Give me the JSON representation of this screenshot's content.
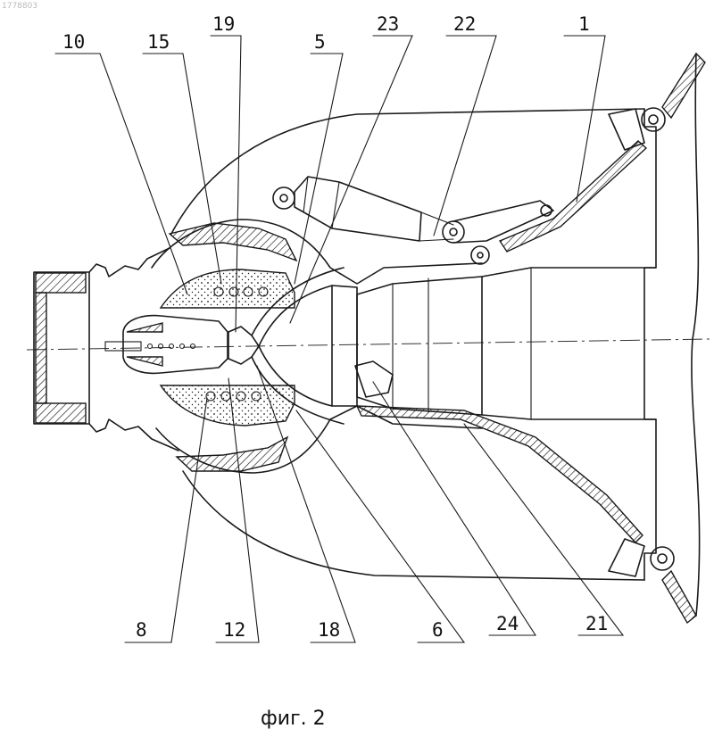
{
  "figure": {
    "watermark": "1778803",
    "caption": "фиг. 2",
    "labels": {
      "l1": "1",
      "l5": "5",
      "l6": "6",
      "l8": "8",
      "l10": "10",
      "l12": "12",
      "l15": "15",
      "l18": "18",
      "l19": "19",
      "l21": "21",
      "l22": "22",
      "l23": "23",
      "l24": "24"
    }
  }
}
